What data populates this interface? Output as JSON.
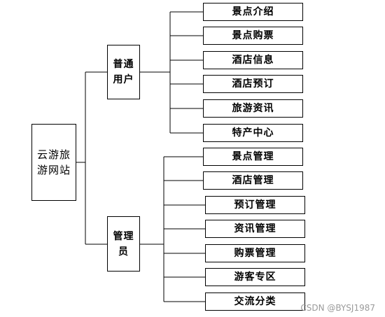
{
  "root": {
    "label": "云游旅游网站"
  },
  "branches": [
    {
      "label": "普通用户",
      "children": [
        "景点介绍",
        "景点购票",
        "酒店信息",
        "酒店预订",
        "旅游资讯",
        "特产中心"
      ]
    },
    {
      "label": "管理员",
      "children": [
        "景点管理",
        "酒店管理",
        "预订管理",
        "资讯管理",
        "购票管理",
        "游客专区",
        "交流分类"
      ]
    }
  ],
  "watermark": "CSDN @BYSJ1987"
}
